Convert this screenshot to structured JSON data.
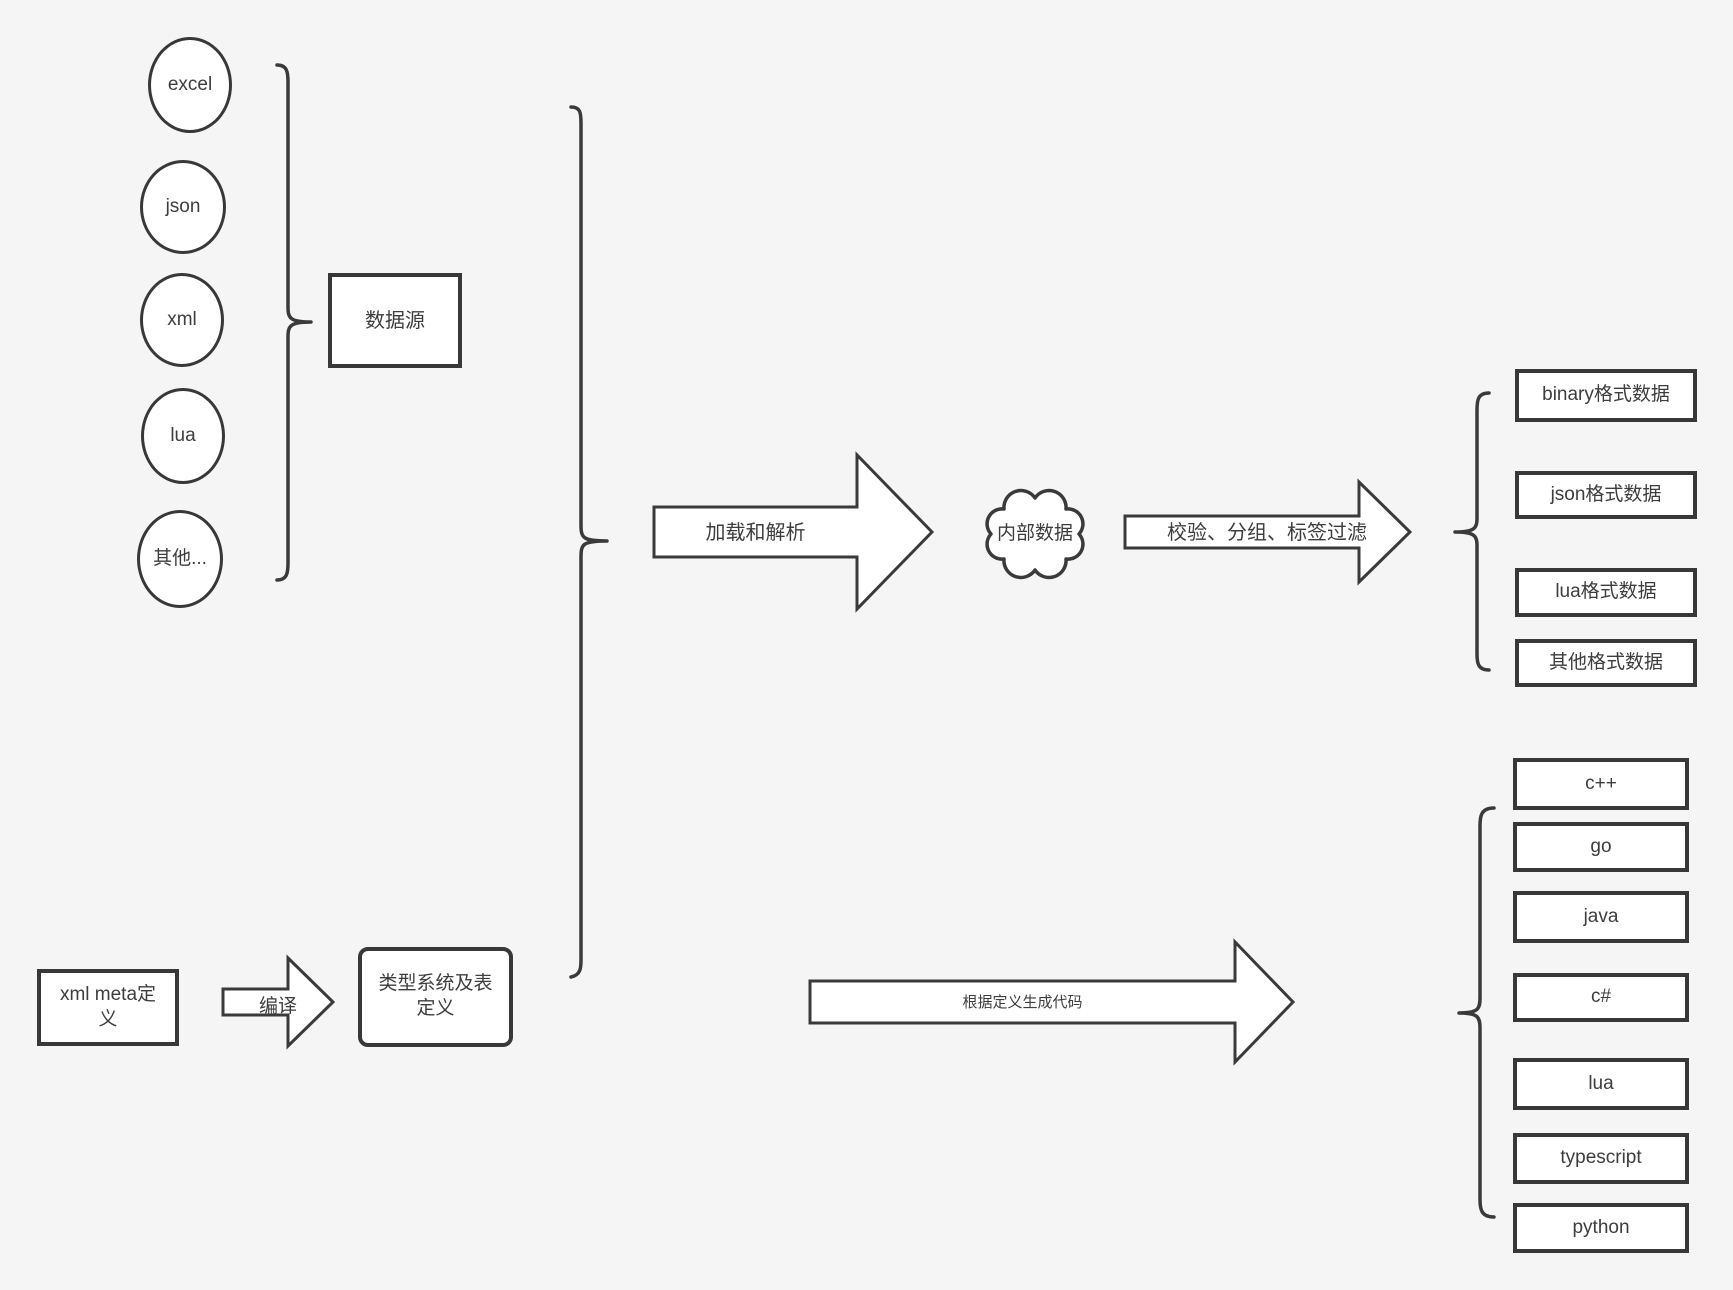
{
  "diagram": {
    "colors": {
      "background": "#f5f5f5",
      "stroke": "#3a3a3a",
      "node_fill": "#ffffff",
      "text": "#3d3d3d"
    },
    "sources": {
      "items": [
        "excel",
        "json",
        "xml",
        "lua",
        "其他..."
      ],
      "group_label": "数据源"
    },
    "meta": {
      "meta_box": "xml meta定义",
      "compile_arrow": "编译",
      "type_system_box": "类型系统及表定义"
    },
    "flows": {
      "load_parse": "加载和解析",
      "internal_data": "内部数据",
      "filter": "校验、分组、标签过滤",
      "codegen": "根据定义生成代码"
    },
    "outputs": [
      "binary格式数据",
      "json格式数据",
      "lua格式数据",
      "其他格式数据"
    ],
    "languages": [
      "c++",
      "go",
      "java",
      "c#",
      "lua",
      "typescript",
      "python"
    ]
  }
}
